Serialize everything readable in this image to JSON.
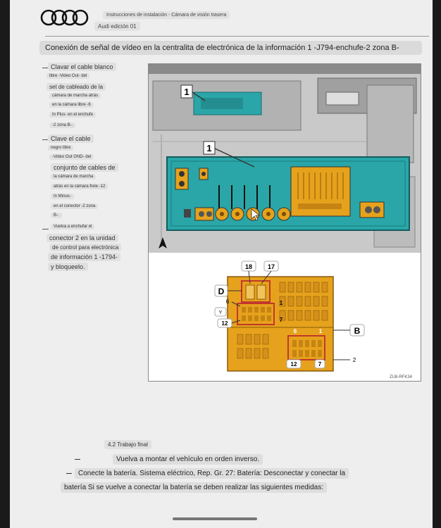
{
  "header": {
    "doc_title": "Instrucciones de instalación - Cámara de visión trasera",
    "edition": "Audi edición 01"
  },
  "section_title": "Conexión de señal de vídeo en la centralita de electrónica de la información 1 -J794-enchufe-2 zona B-",
  "steps": {
    "step1": [
      "Clavar el cable blanco",
      "libre -Video Out- del",
      "set de cableado de la",
      "cámara de marcha atrás",
      "en la cámara libre -6",
      "In Plus- en el enchufe",
      "-2 zona B-."
    ],
    "step2": [
      "Clave el cable",
      "negro libre",
      "-Video Out GND- del",
      "conjunto de cables de",
      "la cámara de marcha",
      "atrás en la cámara frele -12",
      "In Minus-",
      "en el conector -2 zona",
      "B-."
    ],
    "step3": [
      "Vuelva a enchufar el",
      "conector 2 en la unidad",
      "de control para electrónica",
      "de información 1 -1794-",
      "y bloqueelo."
    ]
  },
  "figure": {
    "callout_1a": "1",
    "callout_1b": "1",
    "label_18": "18",
    "label_17": "17",
    "label_D": "D",
    "label_6a": "6",
    "label_Y": "Y",
    "label_12a": "12",
    "label_1c": "1",
    "label_7a": "7",
    "label_6b": "6",
    "label_1d": "1",
    "label_B": "B",
    "label_12b": "12",
    "label_7b": "7",
    "label_2": "2",
    "code": "ZU8-RFK34",
    "colors": {
      "teal": "#2aa6a8",
      "orange": "#e6a21c",
      "red": "#c0392b"
    }
  },
  "final": {
    "section": "4.2 Trabajo final",
    "line1": "Vuelva a montar el vehículo en orden inverso.",
    "line2": "Conecte la batería. Sistema eléctrico, Rep. Gr. 27: Batería: Desconectar y conectar la",
    "line3": "batería Si se vuelve a conectar la batería se deben realizar las siguientes medidas:"
  }
}
